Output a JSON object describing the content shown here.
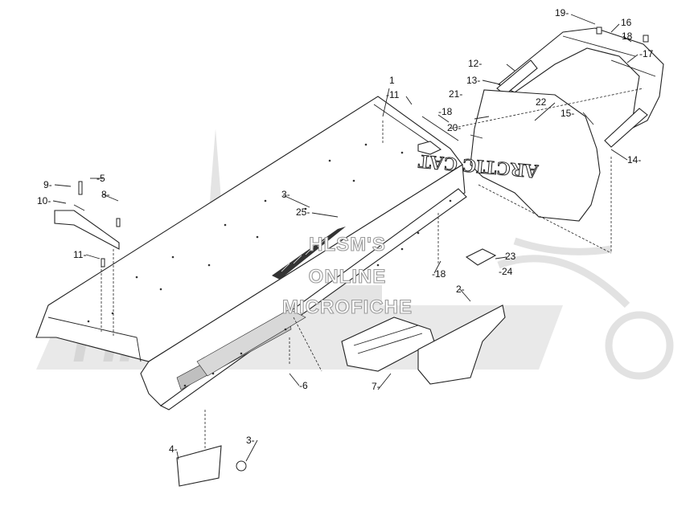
{
  "watermark": {
    "lines": [
      "HLSM'S",
      "ONLINE",
      "MICROFICHE"
    ],
    "logo": "Hlsm"
  },
  "decal_text": "ARCTIC CAT",
  "callouts": [
    {
      "id": "c1",
      "text": "1"
    },
    {
      "id": "c11a",
      "text": "-11"
    },
    {
      "id": "c18a",
      "text": "-18"
    },
    {
      "id": "c20",
      "text": "20-"
    },
    {
      "id": "c21",
      "text": "21-"
    },
    {
      "id": "c13",
      "text": "13-"
    },
    {
      "id": "c12",
      "text": "12-"
    },
    {
      "id": "c22",
      "text": "22"
    },
    {
      "id": "c15",
      "text": "15-"
    },
    {
      "id": "c19",
      "text": "19-"
    },
    {
      "id": "c16",
      "text": "16"
    },
    {
      "id": "c18b",
      "text": "18"
    },
    {
      "id": "c17",
      "text": "-17"
    },
    {
      "id": "c14",
      "text": "14-"
    },
    {
      "id": "c9",
      "text": "9-"
    },
    {
      "id": "c5",
      "text": "-5"
    },
    {
      "id": "c10",
      "text": "10-"
    },
    {
      "id": "c8",
      "text": "8-"
    },
    {
      "id": "c11b",
      "text": "11-"
    },
    {
      "id": "c3a",
      "text": "3-"
    },
    {
      "id": "c25",
      "text": "25-"
    },
    {
      "id": "c18c",
      "text": "-18"
    },
    {
      "id": "c23",
      "text": "23"
    },
    {
      "id": "c24",
      "text": "-24"
    },
    {
      "id": "c2",
      "text": "2-"
    },
    {
      "id": "c6",
      "text": "-6"
    },
    {
      "id": "c7",
      "text": "7-"
    },
    {
      "id": "c4",
      "text": "4-"
    },
    {
      "id": "c3b",
      "text": "3-"
    }
  ]
}
